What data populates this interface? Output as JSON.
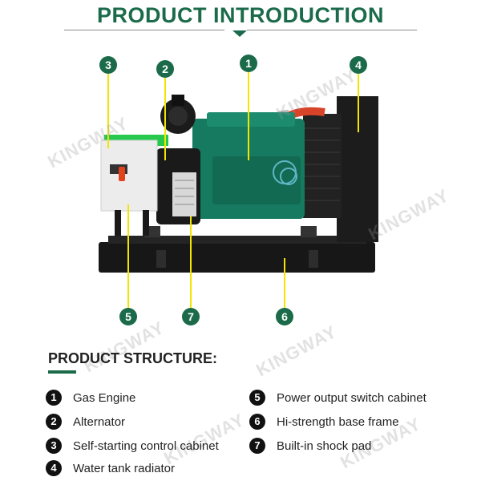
{
  "header": {
    "title": "PRODUCT INTRODUCTION"
  },
  "callouts": [
    "1",
    "2",
    "3",
    "4",
    "5",
    "6",
    "7"
  ],
  "structure": {
    "title": "PRODUCT STRUCTURE:",
    "items": [
      {
        "num": "1",
        "label": "Gas Engine"
      },
      {
        "num": "2",
        "label": "Alternator"
      },
      {
        "num": "3",
        "label": "Self-starting control cabinet"
      },
      {
        "num": "4",
        "label": "Water tank radiator"
      },
      {
        "num": "5",
        "label": "Power output switch cabinet"
      },
      {
        "num": "6",
        "label": "Hi-strength base frame"
      },
      {
        "num": "7",
        "label": "Built-in shock pad"
      }
    ]
  },
  "watermark": "KINGWAY",
  "colors": {
    "accent": "#1b6b4a",
    "callout_line": "#f2e600",
    "frame": "#151515",
    "engine": "#157a5f"
  }
}
